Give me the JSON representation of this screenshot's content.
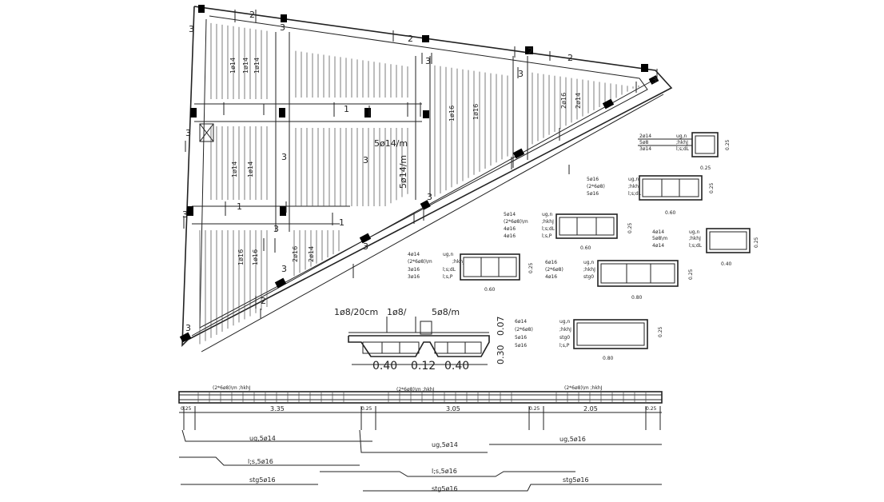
{
  "plan": {
    "rib_labels": [
      "1ø14",
      "1ø14",
      "1ø14",
      "1ø14",
      "1ø14",
      "1ø16",
      "1ø16",
      "1ø16",
      "1ø16",
      "2ø16",
      "2ø14",
      "2ø16",
      "2ø14"
    ],
    "mesh_labels": [
      "5ø14/m",
      "5ø14/m"
    ],
    "section_marks": [
      "1",
      "2",
      "3"
    ]
  },
  "beam_sections": [
    {
      "rows": [
        [
          "2ø14",
          "ug,n"
        ],
        [
          "5ø8",
          ";hkhJ"
        ],
        [
          "3ø14",
          "l;s;dL"
        ]
      ],
      "width": "0.25",
      "depth": "0.25"
    },
    {
      "rows": [
        [
          "5ø16",
          "ug,n"
        ],
        [
          "(2*6ø8)",
          ";hkhJ"
        ],
        [
          "5ø16",
          "l;s;dL"
        ]
      ],
      "width": "0.60",
      "depth": "0.25"
    },
    {
      "rows": [
        [
          "5ø14",
          "ug,n"
        ],
        [
          "(2*6ø8)\\m",
          ";hkhJ"
        ],
        [
          "4ø16",
          "l;s;dL"
        ],
        [
          "4ø16",
          "l;s,P"
        ]
      ],
      "width": "0.60",
      "depth": "0.25"
    },
    {
      "rows": [
        [
          "4ø14",
          "ug,n"
        ],
        [
          "5ø8\\m",
          ";hkhJ"
        ],
        [
          "4ø14",
          "l;s;dL"
        ]
      ],
      "width": "0.40",
      "depth": "0.25"
    },
    {
      "rows": [
        [
          "4ø14",
          "ug,n"
        ],
        [
          "(2*6ø8)\\m",
          ";hkhJ"
        ],
        [
          "3ø16",
          "l;s;dL"
        ],
        [
          "3ø16",
          "l;s,P"
        ]
      ],
      "width": "0.60",
      "depth": "0.25"
    },
    {
      "rows": [
        [
          "6ø16",
          "ug,n"
        ],
        [
          "(2*6ø8)",
          ";hkhJ"
        ],
        [
          "4ø16",
          "stg0"
        ]
      ],
      "width": "0.80",
      "depth": "0.25"
    },
    {
      "rows": [
        [
          "6ø14",
          "ug,n"
        ],
        [
          "(2*6ø8)",
          ";hkhJ"
        ],
        [
          "5ø16",
          "stg0"
        ],
        [
          "5ø16",
          "l;s,P"
        ]
      ],
      "width": "0.80",
      "depth": "0.25"
    }
  ],
  "rib_detail": {
    "top_labels": [
      "1ø8/20cm",
      "1ø8/",
      "5ø8/m"
    ],
    "dims": [
      "0.40",
      "0.12",
      "0.40"
    ],
    "height": "0.30",
    "slab": "0.07"
  },
  "elevation": {
    "stirrups": [
      "(2*6ø8)\\m  ;hkhJ",
      "(2*6ø8)\\m  ;hkhJ",
      "(2*6ø8)\\m  ;hkhJ"
    ],
    "dims": [
      "0.25",
      "3.35",
      "0.25",
      "3.05",
      "0.25",
      "2.05",
      "0.25"
    ],
    "bar_labels": [
      "ug,5ø14",
      "ug,5ø14",
      "ug,5ø16",
      "l;s,5ø16",
      "l;s,5ø16",
      "stg5ø16",
      "stg5ø16",
      "stg5ø16"
    ]
  }
}
